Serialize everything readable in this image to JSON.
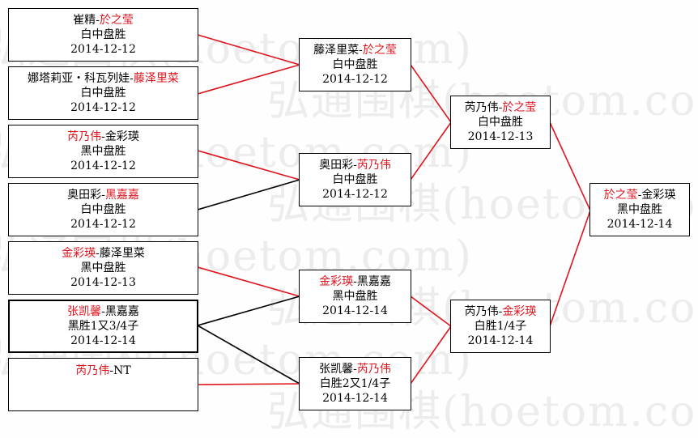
{
  "watermark": "弘通围棋(hoetom.com)",
  "colors": {
    "winner_text": "#e0141e",
    "win_line": "#e0141e",
    "loss_line": "#000000"
  },
  "round1": [
    {
      "p1": "崔精",
      "sep": "-",
      "p2": "於之莹",
      "winner": "p2",
      "result": "白中盘胜",
      "date": "2014-12-12"
    },
    {
      "p1": "娜塔莉亚・科瓦列娃",
      "sep": "-",
      "p2": "藤泽里菜",
      "winner": "p2",
      "result": "白中盘胜",
      "date": "2014-12-12"
    },
    {
      "p1": "芮乃伟",
      "sep": "-",
      "p2": "金彩瑛",
      "winner": "p1",
      "result": "黑中盘胜",
      "date": "2014-12-12"
    },
    {
      "p1": "奥田彩",
      "sep": "-",
      "p2": "黑嘉嘉",
      "winner": "p2",
      "result": "白中盘胜",
      "date": "2014-12-12"
    },
    {
      "p1": "金彩瑛",
      "sep": "-",
      "p2": "藤泽里菜",
      "winner": "p1",
      "result": "黑中盘胜",
      "date": "2014-12-13"
    },
    {
      "p1": "张凯馨",
      "sep": "-",
      "p2": "黑嘉嘉",
      "winner": "p1",
      "result": "黑胜1又3/4子",
      "date": "2014-12-14"
    },
    {
      "p1": "芮乃伟",
      "sep": "-",
      "p2": "NT",
      "winner": "p1",
      "result": "",
      "date": ""
    }
  ],
  "round2": [
    {
      "p1": "藤泽里菜",
      "sep": "-",
      "p2": "於之莹",
      "winner": "p2",
      "result": "白中盘胜",
      "date": "2014-12-12"
    },
    {
      "p1": "奥田彩",
      "sep": "-",
      "p2": "芮乃伟",
      "winner": "p2",
      "result": "白中盘胜",
      "date": "2014-12-12"
    },
    {
      "p1": "金彩瑛",
      "sep": "-",
      "p2": "黑嘉嘉",
      "winner": "p1",
      "result": "黑中盘胜",
      "date": "2014-12-14"
    },
    {
      "p1": "张凯馨",
      "sep": "-",
      "p2": "芮乃伟",
      "winner": "p2",
      "result": "白胜2又1/4子",
      "date": "2014-12-14"
    }
  ],
  "round3": [
    {
      "p1": "芮乃伟",
      "sep": "-",
      "p2": "於之莹",
      "winner": "p2",
      "result": "白中盘胜",
      "date": "2014-12-13"
    },
    {
      "p1": "芮乃伟",
      "sep": "-",
      "p2": "金彩瑛",
      "winner": "p2",
      "result": "白胜1/4子",
      "date": "2014-12-14"
    }
  ],
  "final": [
    {
      "p1": "於之莹",
      "sep": "-",
      "p2": "金彩瑛",
      "winner": "p1",
      "result": "黑中盘胜",
      "date": "2014-12-14"
    }
  ]
}
